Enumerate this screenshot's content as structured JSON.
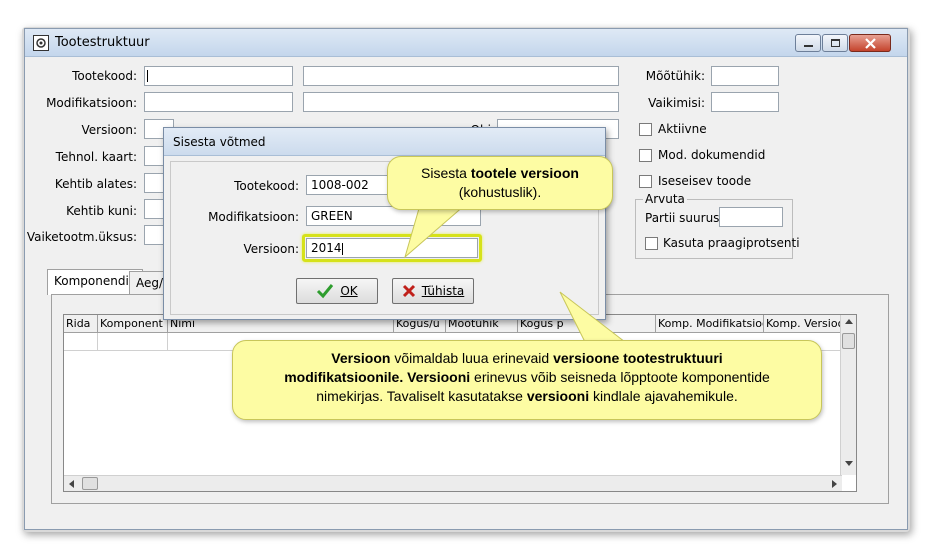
{
  "window": {
    "title": "Tootestruktuur"
  },
  "form": {
    "tootekood_label": "Tootekood:",
    "modifikatsioon_label": "Modifikatsioon:",
    "versioon_label": "Versioon:",
    "tehnol_kaart_label": "Tehnol. kaart:",
    "kehtib_alates_label": "Kehtib alates:",
    "kehtib_kuni_label": "Kehtib kuni:",
    "vaiketootm_label": "Vaiketootm.üksus:",
    "obj_label": "Obj:",
    "mootuhik_label": "Mõõtühik:",
    "vaikimisi_label": "Vaikimisi:",
    "aktiivne_label": "Aktiivne",
    "mod_dokumendid_label": "Mod. dokumendid",
    "iseseisev_toode_label": "Iseseisev toode",
    "arvuta_group": "Arvuta",
    "partii_suurus_label": "Partii suurus:",
    "kasuta_label": "Kasuta praagiprotsenti"
  },
  "tabs": [
    {
      "label": "Komponendid"
    },
    {
      "label": "Aeg/t"
    }
  ],
  "grid": {
    "columns": [
      "Rida",
      "Komponent",
      "Nimi",
      "Kogus/ü",
      "Mõõtühik",
      "Kogus p",
      "",
      "Komp. Modifikatsioo",
      "Komp. Versioon"
    ]
  },
  "dialog": {
    "title": "Sisesta võtmed",
    "tootekood_label": "Tootekood:",
    "tootekood_value": "1008-002",
    "modifikatsioon_label": "Modifikatsioon:",
    "modifikatsioon_value": "GREEN",
    "versioon_label": "Versioon:",
    "versioon_value": "2014",
    "ok_label": "OK",
    "cancel_label": "Tühista"
  },
  "tooltip_small": {
    "prefix": "Sisesta ",
    "bold": "tootele versioon",
    "line2": "(kohustuslik)."
  },
  "tooltip_big": {
    "p1": "Versioon",
    "p2": " võimaldab luua erinevaid ",
    "p3": "versioone tootestruktuuri",
    "p4": "modifikatsioonile.",
    "p5": " ",
    "p6": "Versiooni",
    "p7": " erinevus võib seisneda lõpptoote komponentide",
    "p8": "nimekirjas. Tavaliselt kasutatakse ",
    "p9": "versiooni",
    "p10": " kindlale ajavahemikule."
  },
  "colors": {
    "tooltip_bg": "#fdfca3",
    "highlight": "#d6e21a",
    "ok_green": "#2e9d2e",
    "cancel_red": "#c0201a"
  }
}
